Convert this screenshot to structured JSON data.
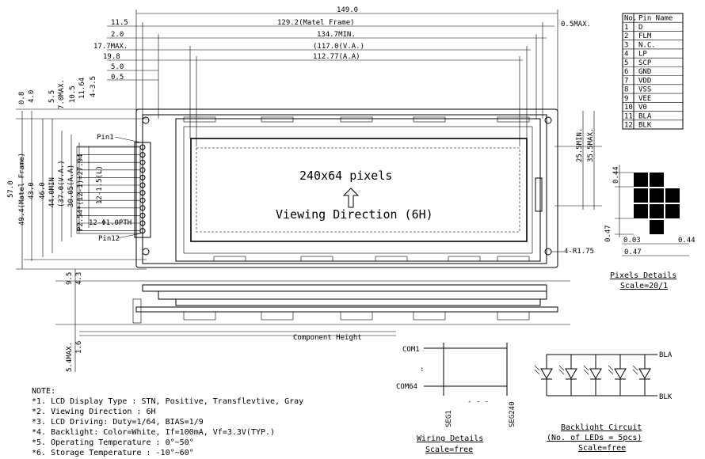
{
  "top_dims": {
    "overall": "149.0",
    "left_11_5": "11.5",
    "metal_frame": "129.2(Matel Frame)",
    "max_0_5": "0.5MAX.",
    "left_2_0": "2.0",
    "min_134_7": "134.7MIN.",
    "max_17_7": "17.7MAX.",
    "va": "(117.0(V.A.)",
    "left_19_8": "19.8",
    "aa": "112.77(A.A)",
    "left_5_0": "5.0",
    "left_0_5": "0.5"
  },
  "left_dims": {
    "d0_8": "0.8",
    "d4_0": "4.0",
    "d5_5": "5.5",
    "d7_0max": "7.0MAX.",
    "d10_5": "10.5",
    "d11_64": "11.64",
    "d4_3_5": "4-3.5",
    "d57_0": "57.0",
    "d49_4": "49.4(Matel Frame)",
    "d43_0": "43.0",
    "d46_0": "46.0",
    "d44_0min": "44.0MIN",
    "d37_0": "(37.0(V.A.)",
    "d30_05": "30.05(A.A)",
    "d2_54": "P2.54*(12-1)=27.94",
    "d12_1_5": "12-1.5(L)",
    "d12_pth": "12-Φ1.0PTH"
  },
  "right_dims": {
    "d25_5min": "25.5MIN.",
    "d35_5max": "35.5MAX.",
    "radius": "4-R1.75"
  },
  "display": {
    "pixels": "240x64 pixels",
    "viewing": "Viewing Direction (6H)",
    "pin1": "Pin1",
    "pin12": "Pin12"
  },
  "side_view": {
    "d9_5": "9.5",
    "d4_3": "4.3",
    "d5_4max": "5.4MAX.",
    "d1_6": "1.6",
    "component_height": "Component Height"
  },
  "pin_table": {
    "headers": [
      "No.",
      "Pin Name"
    ],
    "rows": [
      [
        "1",
        "D"
      ],
      [
        "2",
        "FLM"
      ],
      [
        "3",
        "N.C."
      ],
      [
        "4",
        "LP"
      ],
      [
        "5",
        "SCP"
      ],
      [
        "6",
        "GND"
      ],
      [
        "7",
        "VDD"
      ],
      [
        "8",
        "VSS"
      ],
      [
        "9",
        "VEE"
      ],
      [
        "10",
        "V0"
      ],
      [
        "11",
        "BLA"
      ],
      [
        "12",
        "BLK"
      ]
    ]
  },
  "pixel_details": {
    "d0_44": "0.44",
    "d0_47_v": "0.47",
    "d0_03": "0.03",
    "d0_44_h": "0.44",
    "d0_47_h": "0.47",
    "title": "Pixels Details",
    "scale": "Scale=20/1"
  },
  "wiring": {
    "com1": "COM1",
    "com64": "COM64",
    "seg1": "SEG1",
    "seg240": "SEG240",
    "dots": "- - -",
    "title": "Wiring Details",
    "scale": "Scale=free"
  },
  "backlight": {
    "bla": "BLA",
    "blk": "BLK",
    "title": "Backlight Circuit",
    "subtitle": "(No. of LEDs = 5pcs)",
    "scale": "Scale=free"
  },
  "notes": {
    "title": "NOTE:",
    "lines": [
      "*1. LCD Display Type : STN, Positive, Transflevtive, Gray",
      "*2. Viewing Direction : 6H",
      "*3. LCD Driving: Duty=1/64, BIAS=1/9",
      "*4. Backlight: Color=White, If=100mA, Vf=3.3V(TYP.)",
      "*5. Operating Temperature : 0°~50°",
      "*6. Storage Temperature : -10°~60°"
    ]
  }
}
